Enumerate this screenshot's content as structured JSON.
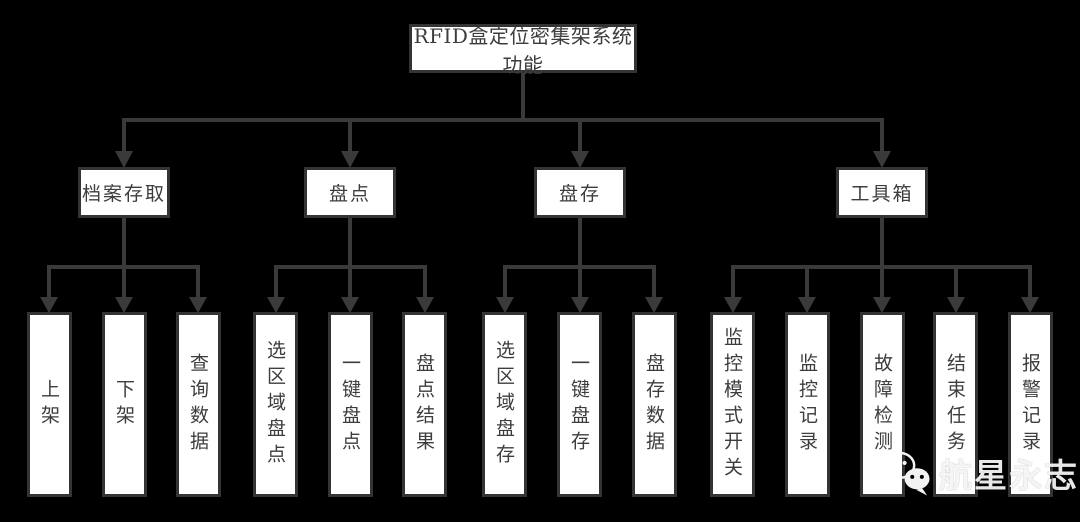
{
  "diagram": {
    "root": {
      "label": "RFID盒定位密集架系统功能"
    },
    "branches": [
      {
        "label": "档案存取",
        "children": [
          "上架",
          "下架",
          "查询数据"
        ]
      },
      {
        "label": "盘点",
        "children": [
          "选区域盘点",
          "一键盘点",
          "盘点结果"
        ]
      },
      {
        "label": "盘存",
        "children": [
          "选区域盘存",
          "一键盘存",
          "盘存数据"
        ]
      },
      {
        "label": "工具箱",
        "children": [
          "监控模式开关",
          "监控记录",
          "故障检测",
          "结束任务",
          "报警记录"
        ]
      }
    ]
  },
  "watermark": {
    "text": "航星永志",
    "icon": "wechat-icon"
  },
  "colors": {
    "background": "#000000",
    "node_fill": "#ffffff",
    "node_border": "#343434",
    "connector": "#3a3a3a",
    "node_text": "#3d3d3d",
    "watermark_text": "#f5f5f5"
  }
}
